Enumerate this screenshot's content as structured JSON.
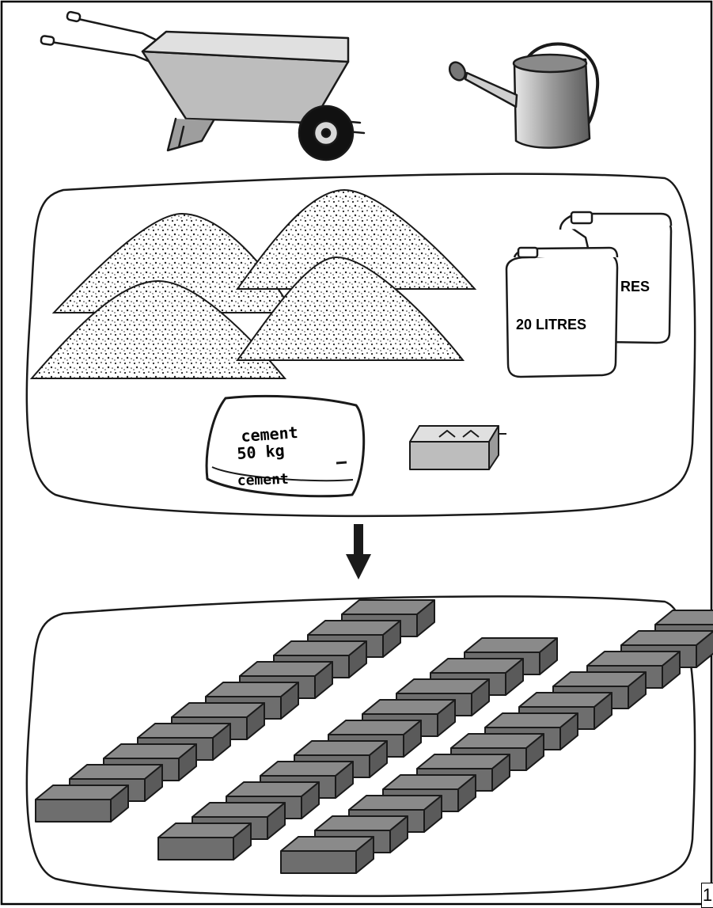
{
  "jerrycan_front_label": "20 LITRES",
  "jerrycan_back_label": "RES",
  "cement_bag_line1": "cement",
  "cement_bag_line2": "50 kg",
  "cement_bag_bottom": "cement",
  "page_number": "1",
  "colors": {
    "outline": "#1a1a1a",
    "brick_top": "#8a8a8a",
    "brick_front": "#6e6e6e",
    "brick_side": "#5a5a5a",
    "metal": "#bdbdbd",
    "sand_dots": "#222222"
  },
  "icons": [
    "wheelbarrow-icon",
    "watering-can-icon",
    "sand-pile-icon",
    "jerrycan-icon",
    "cement-bag-icon",
    "brick-mould-icon",
    "arrow-down-icon",
    "brick-icon"
  ]
}
